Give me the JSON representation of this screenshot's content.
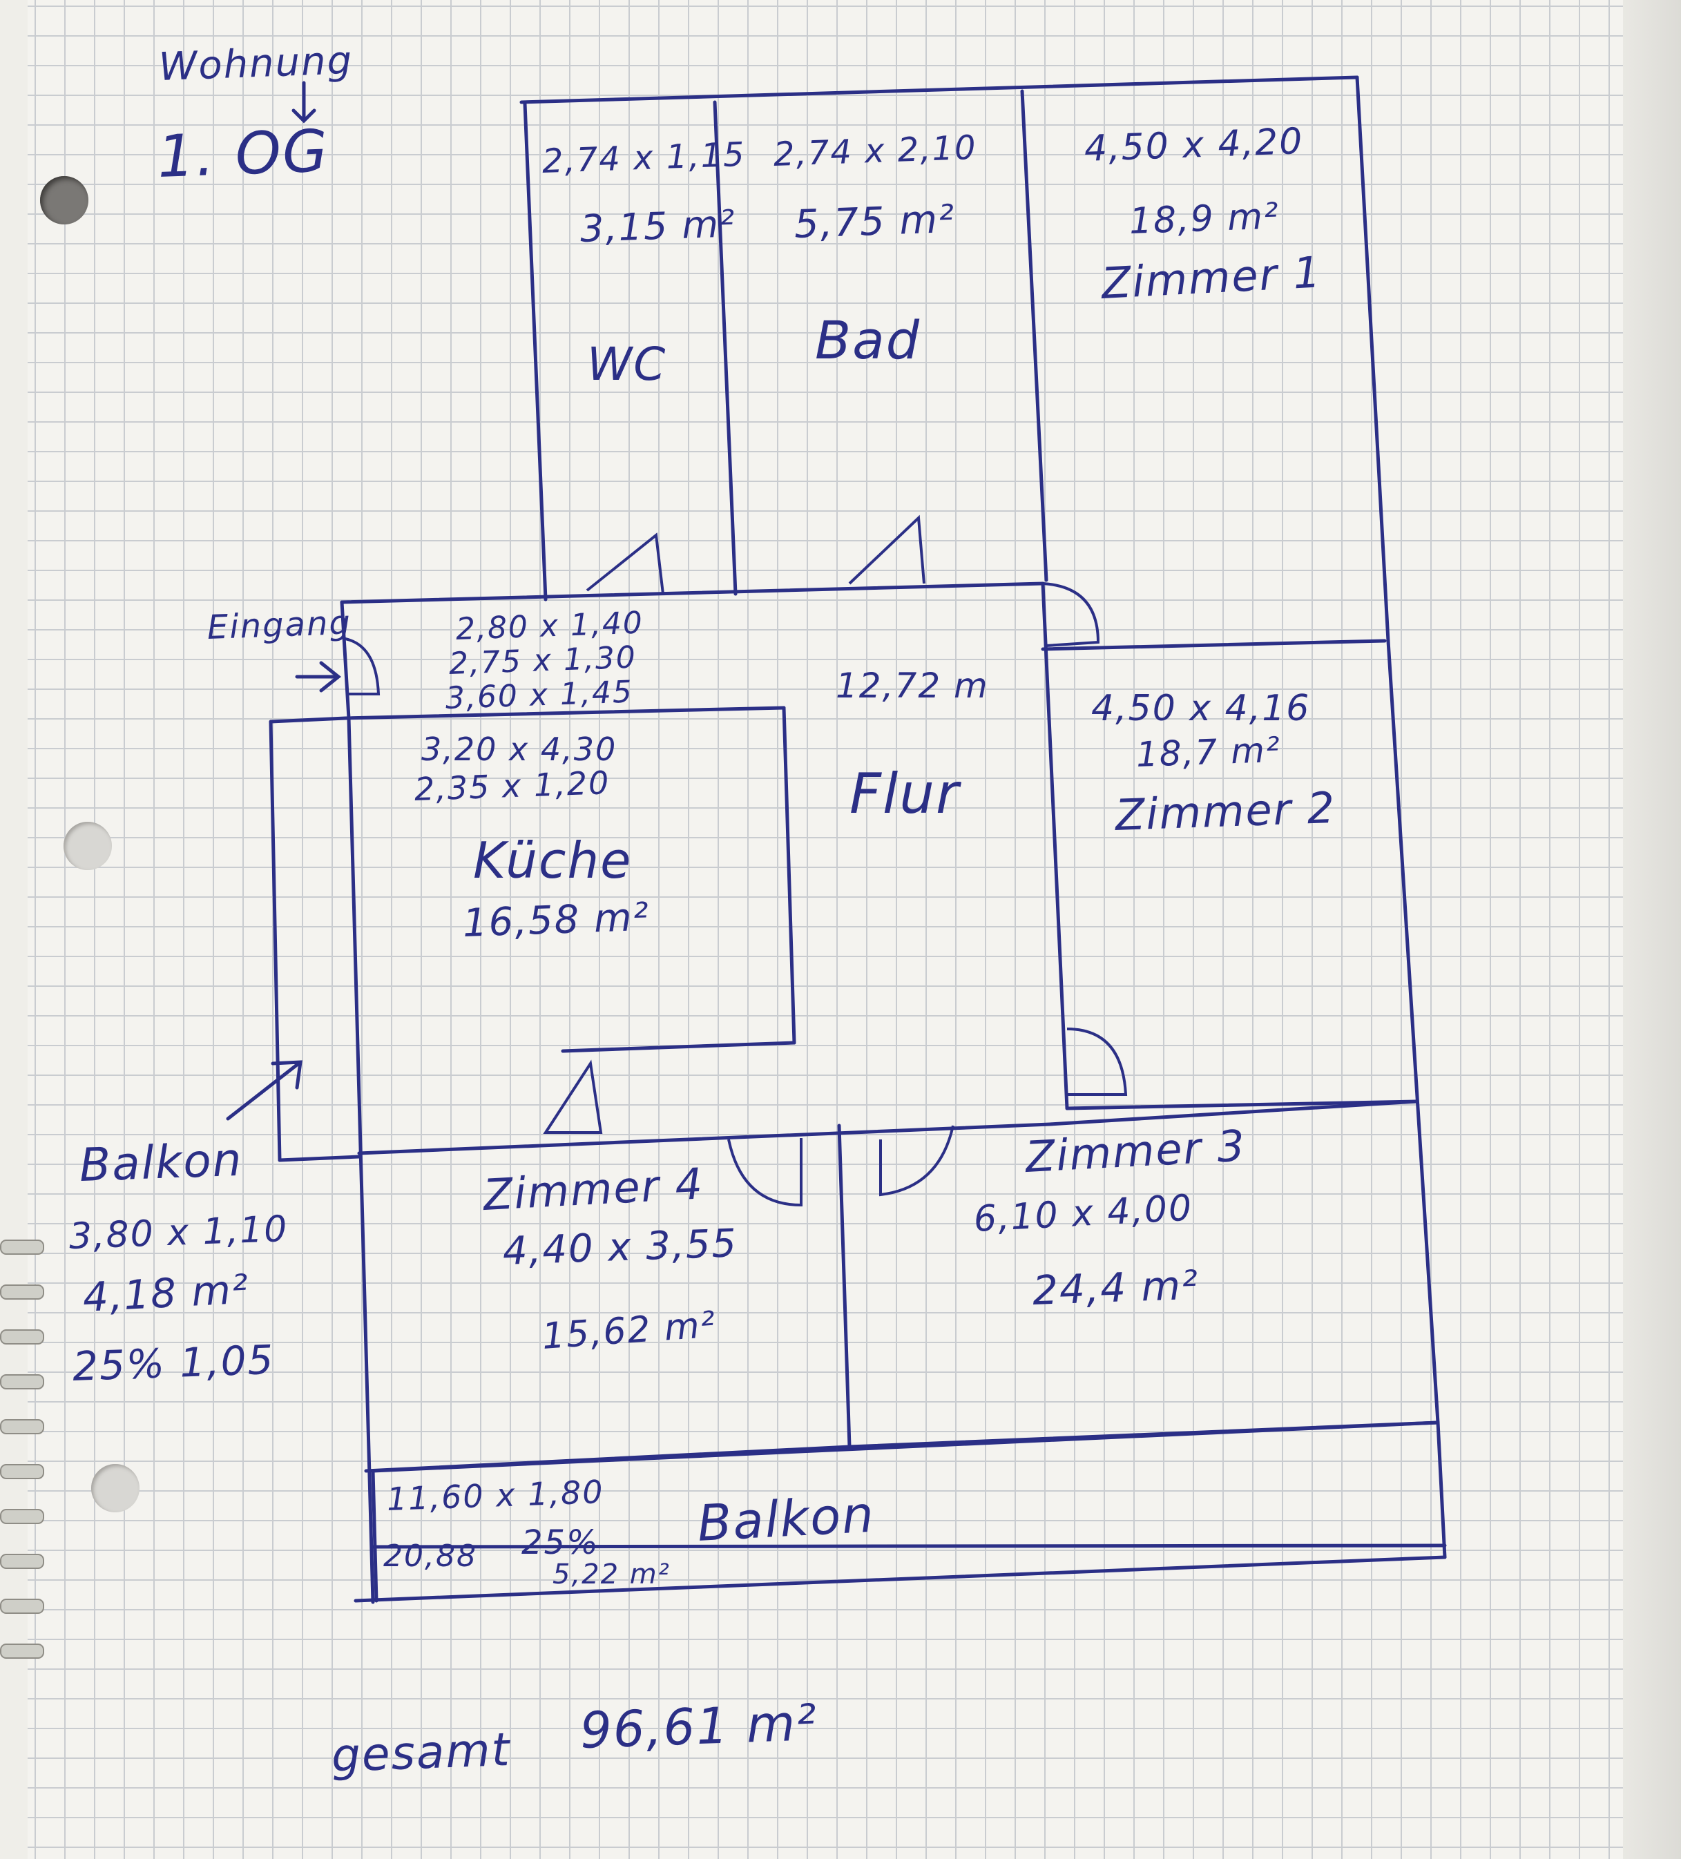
{
  "header": {
    "line1": "Wohnung",
    "line2": "1. OG"
  },
  "rooms": {
    "wc": {
      "dims": "2,74 x 1,15",
      "area": "3,15 m²",
      "name": "WC"
    },
    "bad": {
      "dims": "2,74 x 2,10",
      "area": "5,75 m²",
      "name": "Bad"
    },
    "zimmer1": {
      "dims": "4,50 x 4,20",
      "area": "18,9 m²",
      "name": "Zimmer 1"
    },
    "flur": {
      "dims1": "2,80 x 1,40",
      "dims2": "2,75 x 1,30",
      "dims3": "3,60 x 1,45",
      "area": "12,72 m",
      "name": "Flur"
    },
    "zimmer2": {
      "dims": "4,50 x 4,16",
      "area": "18,7 m²",
      "name": "Zimmer 2"
    },
    "kueche": {
      "dims1": "3,20 x 4,30",
      "dims2": "2,35 x 1,20",
      "name": "Küche",
      "area": "16,58 m²"
    },
    "zimmer4": {
      "name": "Zimmer 4",
      "dims": "4,40 x 3,55",
      "area": "15,62 m²"
    },
    "zimmer3": {
      "name": "Zimmer 3",
      "dims": "6,10 x 4,00",
      "area": "24,4 m²"
    },
    "balkon_left": {
      "name": "Balkon",
      "dims": "3,80 x 1,10",
      "area": "4,18 m²",
      "share": "25% 1,05"
    },
    "balkon_bottom": {
      "dims": "11,60 x 1,80",
      "raw": "20,88",
      "pct": "25%",
      "area": "5,22 m²",
      "name": "Balkon"
    }
  },
  "entrance": "Eingang",
  "total": {
    "label": "gesamt",
    "value": "96,61 m²"
  },
  "colors": {
    "ink": "#2b2f86",
    "grid": "#c9ccd0",
    "paper": "#f4f3ef"
  }
}
